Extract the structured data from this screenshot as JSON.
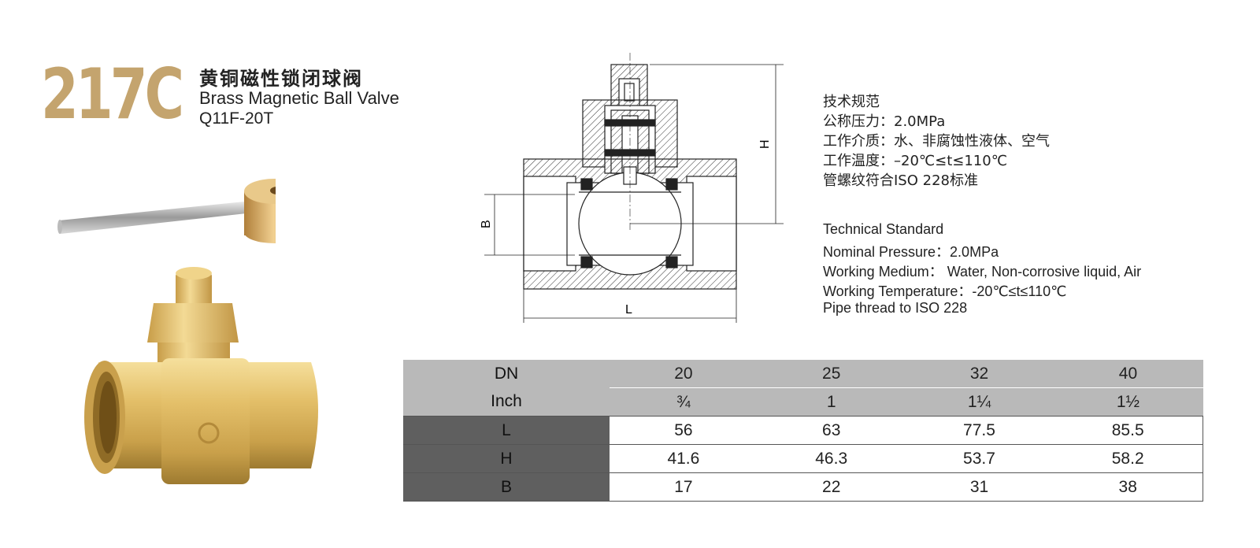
{
  "header": {
    "model": "217C",
    "title_cn": "黄铜磁性锁闭球阀",
    "title_en": "Brass Magnetic Ball Valve",
    "code": "Q11F-20T"
  },
  "drawing": {
    "label_h": "H",
    "label_b": "B",
    "label_l": "L"
  },
  "spec_cn": {
    "heading": "技术规范",
    "pressure": "公称压力：2.0MPa",
    "medium": "工作介质：水、非腐蚀性液体、空气",
    "temperature": "工作温度：–20℃≤t≤110℃",
    "thread": "管螺纹符合ISO 228标准"
  },
  "spec_en": {
    "heading": "Technical Standard",
    "pressure": "Nominal Pressure：2.0MPa",
    "medium": "Working Medium： Water, Non-corrosive liquid, Air",
    "temperature": "Working Temperature：-20℃≤t≤110℃",
    "thread": "Pipe thread to ISO 228"
  },
  "table": {
    "rows": [
      {
        "label": "DN",
        "values": [
          "20",
          "25",
          "32",
          "40"
        ]
      },
      {
        "label": "Inch",
        "values": [
          "¾",
          "1",
          "1¼",
          "1½"
        ]
      },
      {
        "label": "L",
        "values": [
          "56",
          "63",
          "77.5",
          "85.5"
        ]
      },
      {
        "label": "H",
        "values": [
          "41.6",
          "46.3",
          "53.7",
          "58.2"
        ]
      },
      {
        "label": "B",
        "values": [
          "17",
          "22",
          "31",
          "38"
        ]
      }
    ]
  },
  "colors": {
    "brand_gold": "#c4a46e",
    "table_header_grey": "#b9b9b9",
    "table_label_dark": "#5f5f5f"
  }
}
